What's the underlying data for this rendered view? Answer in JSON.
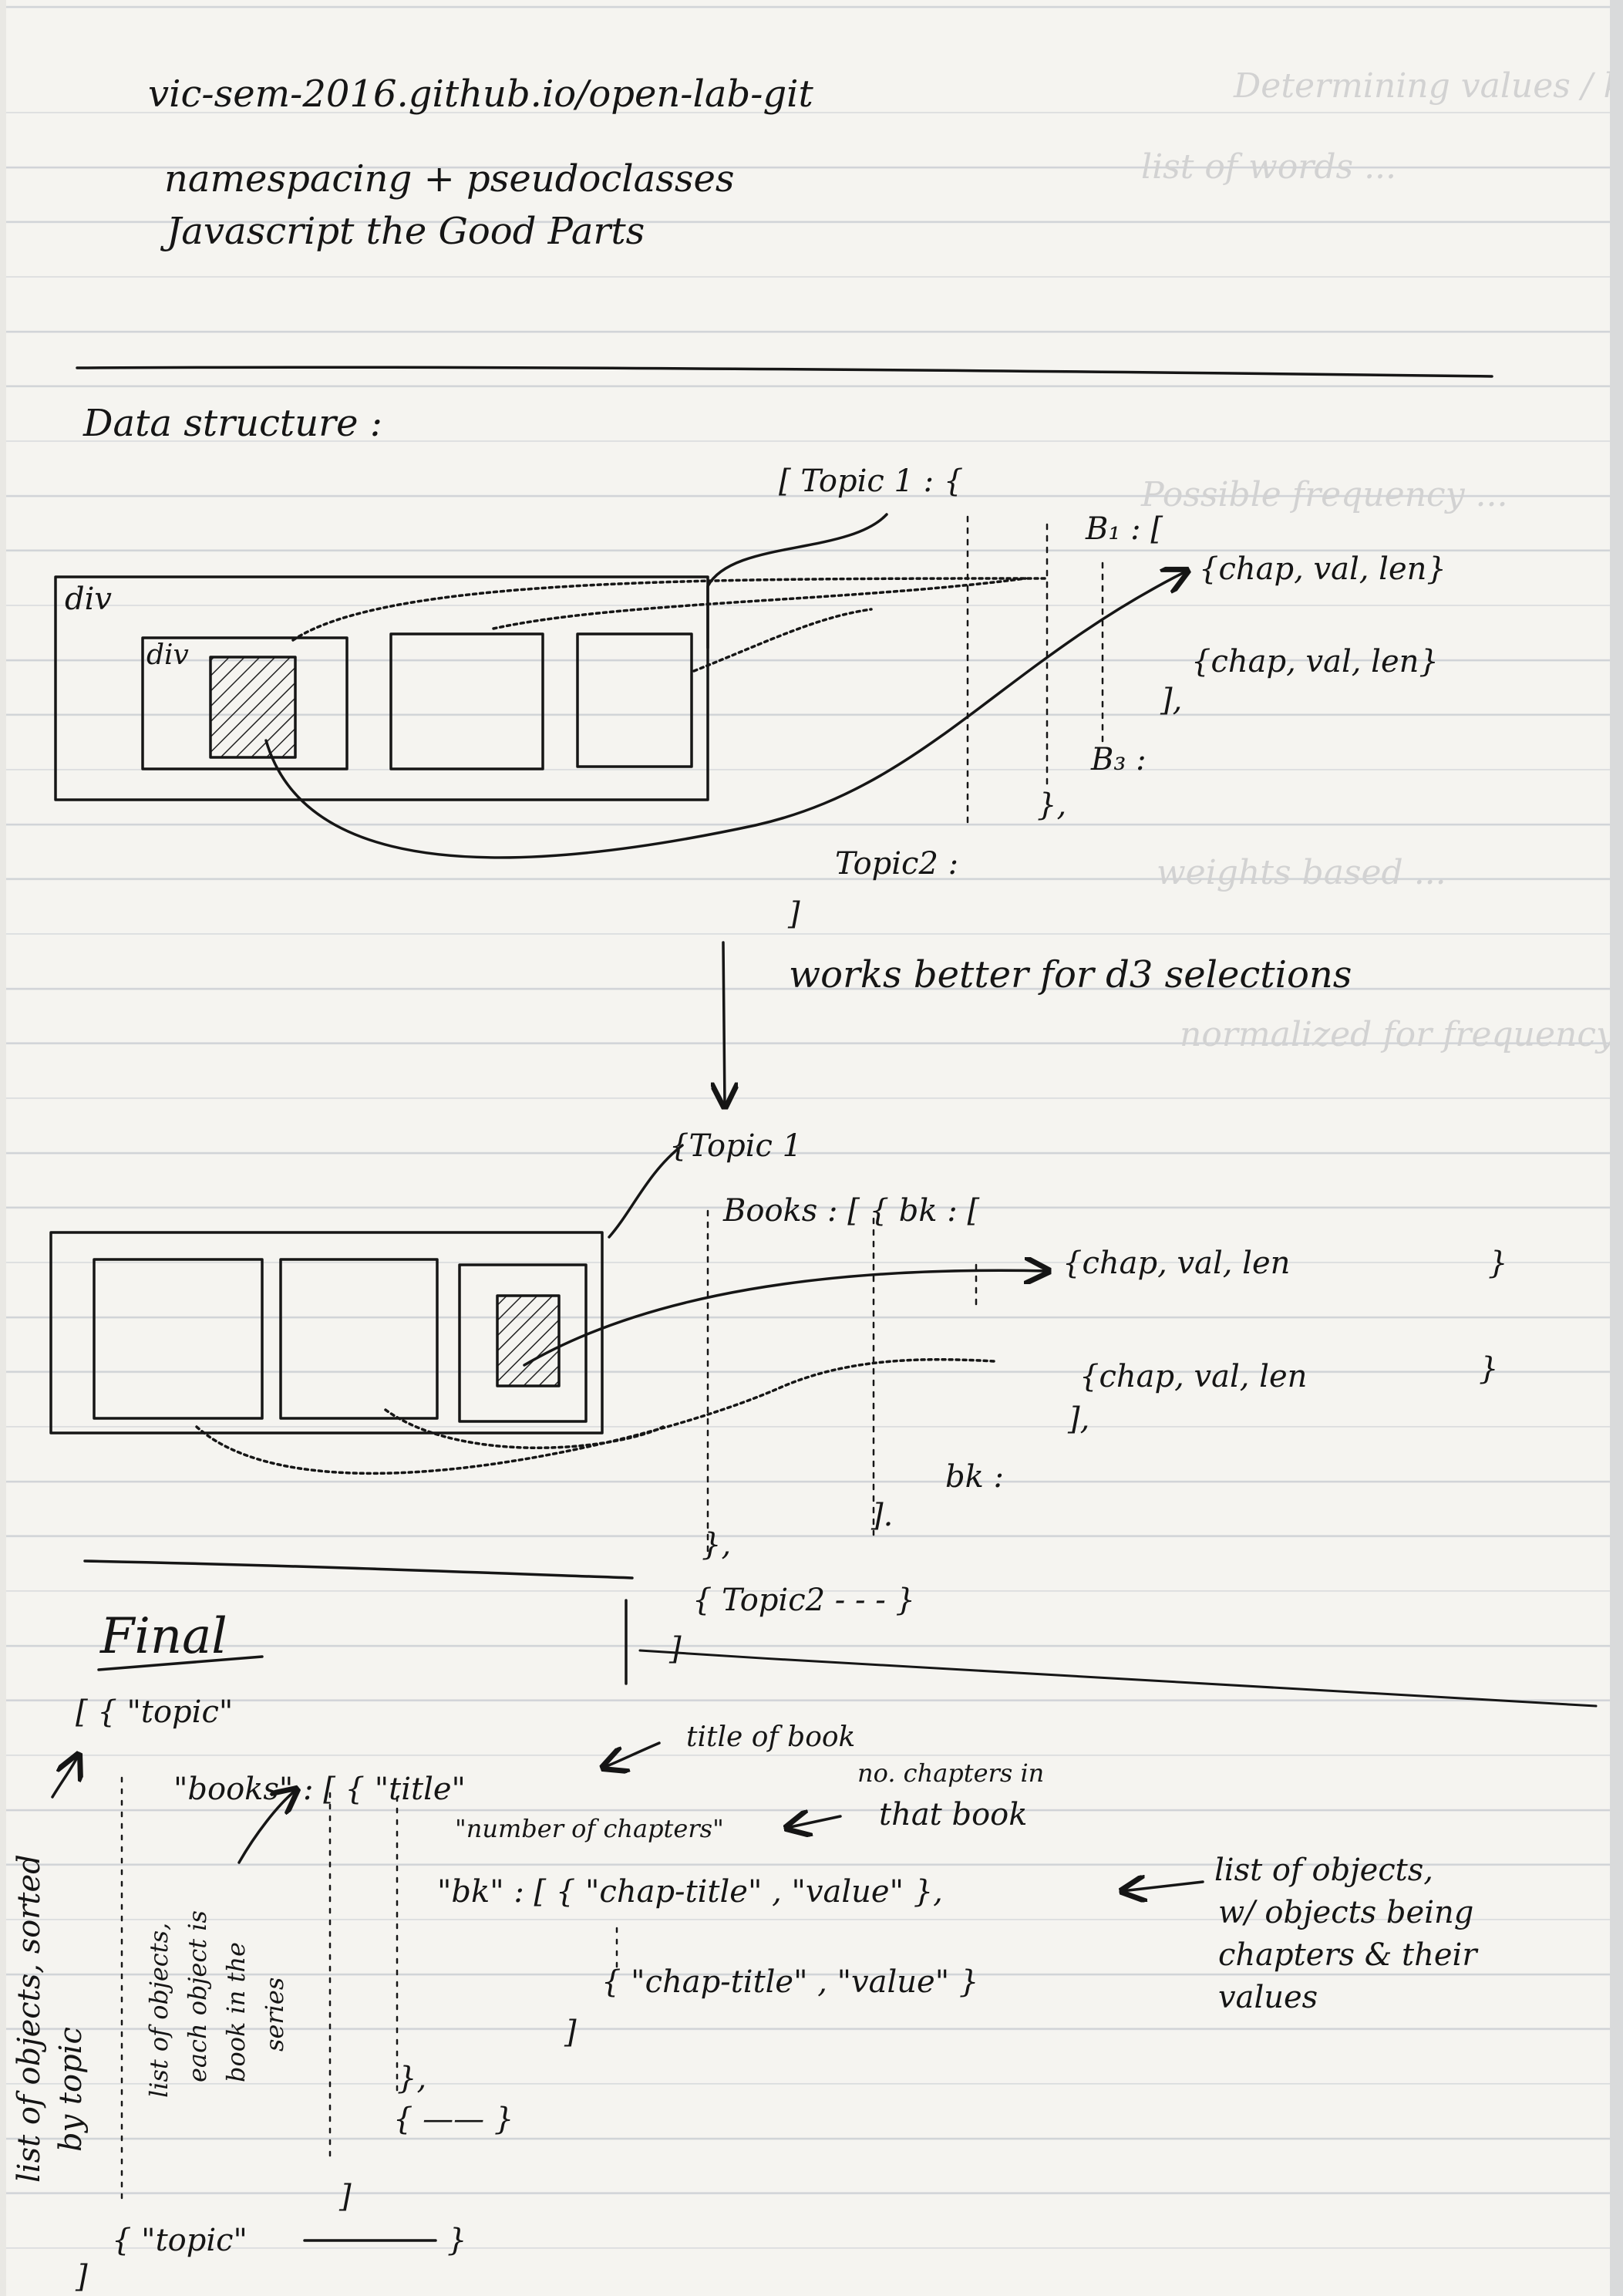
{
  "header": {
    "url": "vic-sem-2016.github.io/open-lab-git",
    "line2": "namespacing + pseudoclasses",
    "line3": "Javascript the Good Parts"
  },
  "section1": {
    "title": "Data structure :",
    "div_outer_label": "div",
    "div_inner_label": "div",
    "topic1_open": "[ Topic 1 : {",
    "b1_label": "B₁ : [",
    "entry_a": "{chap, val, len}",
    "entry_b": "{chap, val, len}",
    "close_inner": "],",
    "b3_label": "B₃ :",
    "close_topic": "},",
    "topic2": "Topic2 :",
    "close_outer": "]",
    "note": "works better for d3 selections"
  },
  "section2": {
    "topic1_open": "{Topic 1",
    "books_label": "Books : [ { bk : [",
    "entry_a": "{chap, val, len",
    "entry_a_close": "}",
    "entry_b": "{chap, val, len",
    "entry_b_close": "}",
    "close_inner": "],",
    "bk_label": "bk :",
    "close_books": "].",
    "close_topic": "},",
    "topic2": "{ Topic2 - - - }",
    "close_outer": "]"
  },
  "final": {
    "title": "Final",
    "open": "[ { \"topic\"",
    "books_line": "\"books\" : [ {  \"title\"",
    "title_note": "title of book",
    "chapters_line": "\"number of chapters\"",
    "chapters_note_1": "no. chapters in",
    "chapters_note_2": "that book",
    "bk_line": "\"bk\" : [ { \"chap-title\" , \"value\" },",
    "chap_line2": "{ \"chap-title\" , \"value\" }",
    "close_bk": "]",
    "close_book": "},",
    "next_book": "{ —— }",
    "close_books": "]",
    "next_topic": "{ \"topic\"",
    "next_topic_close": "}",
    "close_all": "]",
    "list_note": [
      "list of objects,",
      "w/ objects being",
      "chapters & their",
      "values"
    ],
    "side_note_1": "list of objects, sorted",
    "side_note_2": "by topic",
    "books_note": [
      "list of objects,",
      "each object is",
      "book in the",
      "series"
    ]
  },
  "ghost_text": [
    "Determining values / keys",
    "list of words ...",
    "Possible frequency ...",
    "weights based ...",
    "normalized for frequency"
  ]
}
